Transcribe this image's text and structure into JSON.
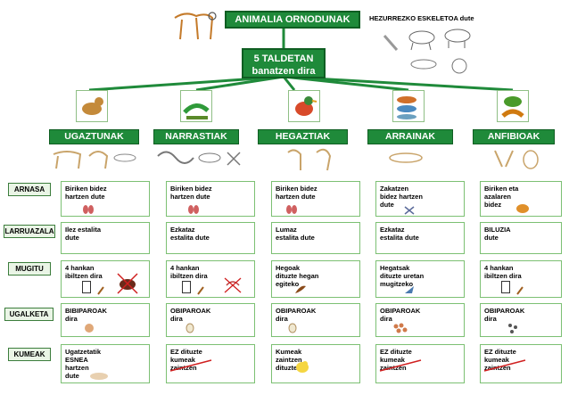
{
  "title": "ANIMALIA ORNODUNAK",
  "skeleton_label": "HEZURREZKO ESKELETOA dute",
  "center": {
    "line1": "5 TALDETAN",
    "line2": "banatzen dira"
  },
  "groups": [
    "UGAZTUNAK",
    "NARRASTIAK",
    "HEGAZTIAK",
    "ARRAINAK",
    "ANFIBIOAK"
  ],
  "rows": [
    "ARNASA",
    "LARRUAZALA",
    "MUGITU",
    "UGALKETA",
    "KUMEAK"
  ],
  "cells": [
    [
      "Biriken bidez\nhartzen dute",
      "Biriken bidez\nhartzen dute",
      "Biriken bidez\nhartzen dute",
      "Zakatzen\nbidez hartzen\ndute",
      "Biriken eta\nazalaren\nbidez"
    ],
    [
      "Ilez estalita\ndute",
      "Ezkataz\nestalita dute",
      "Lumaz\nestalita dute",
      "Ezkataz\nestalita dute",
      "BILUZIA\ndute"
    ],
    [
      "4 hankan\nibiltzen dira",
      "4 hankan\nibiltzen dira",
      "Hegoak\ndituzte hegan\negiteko",
      "Hegatsak\ndituzte uretan\nmugitzeko",
      "4 hankan\nibiltzen dira"
    ],
    [
      "BIBIPAROAK\ndira",
      "OBIPAROAK\ndira",
      "OBIPAROAK\ndira",
      "OBIPAROAK\ndira",
      "OBIPAROAK\ndira"
    ],
    [
      "Ugatzetatik\nESNEA\nhartzen\ndute",
      "EZ dituzte\nkumeak\nzaintzen",
      "Kumeak\nzaintzen\ndituzte",
      "EZ dituzte\nkumeak\nzaintzen",
      "EZ dituzte\nkumeak\nzaintzen"
    ]
  ],
  "colors": {
    "box_green": "#1f8a3a",
    "line_green": "#1f8a3a",
    "cell_border": "#7cc073",
    "strike_red": "#d02020"
  }
}
